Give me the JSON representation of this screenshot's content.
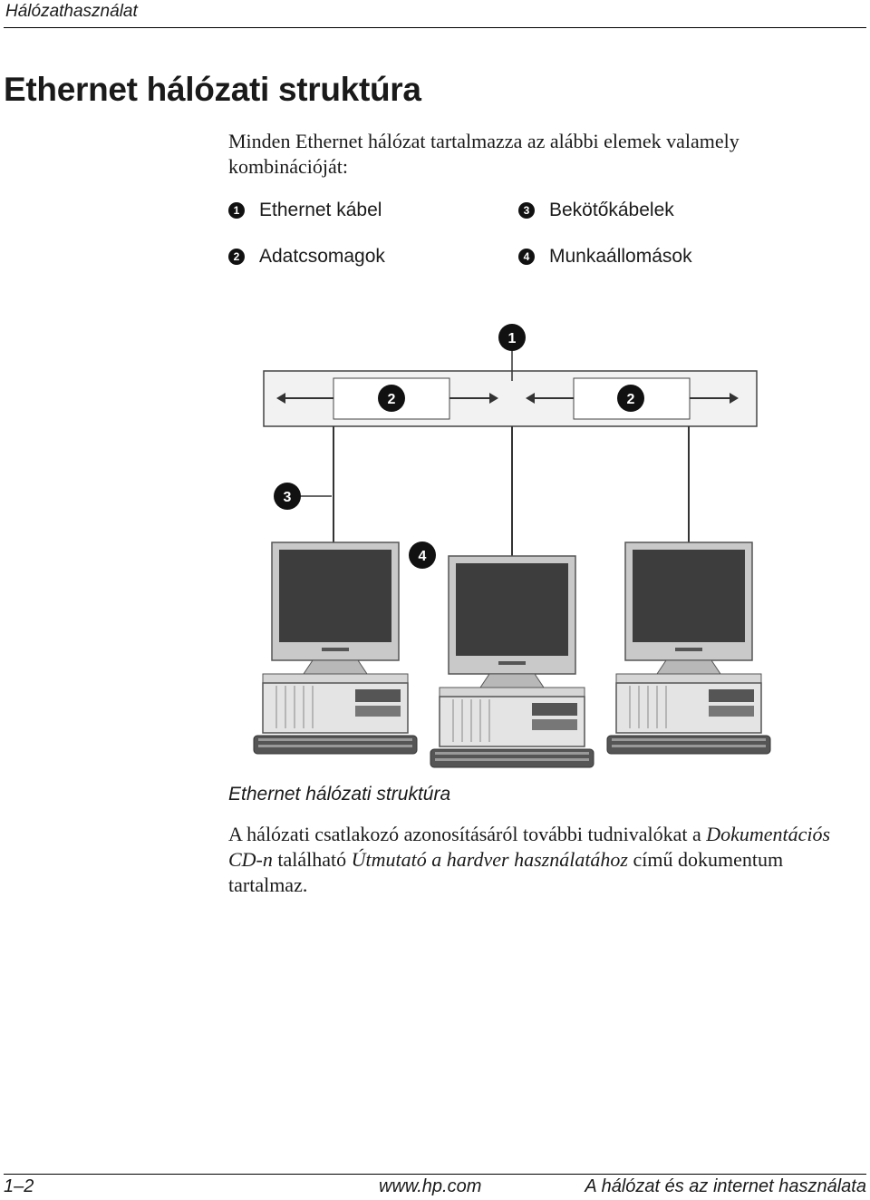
{
  "header": {
    "running_title": "Hálózathasználat"
  },
  "title": "Ethernet hálózati struktúra",
  "intro": "Minden Ethernet hálózat tartalmazza az alábbi elemek valamely kombinációját:",
  "legend": [
    {
      "number": "1",
      "label": "Ethernet kábel"
    },
    {
      "number": "2",
      "label": "Adatcsomagok"
    },
    {
      "number": "3",
      "label": "Bekötőkábelek"
    },
    {
      "number": "4",
      "label": "Munkaállomások"
    }
  ],
  "figure": {
    "callouts": [
      "1",
      "2",
      "2",
      "3",
      "4"
    ],
    "caption": "Ethernet hálózati struktúra"
  },
  "body": {
    "part1": "A hálózati csatlakozó azonosításáról további tudnivalókat a ",
    "italic1": "Dokumentációs CD-n",
    "part2": " található ",
    "italic2": "Útmutató a hardver használatához",
    "part3": " című dokumentum tartalmaz."
  },
  "footer": {
    "page_number": "1–2",
    "url": "www.hp.com",
    "book_title": "A hálózat és az internet használata"
  }
}
